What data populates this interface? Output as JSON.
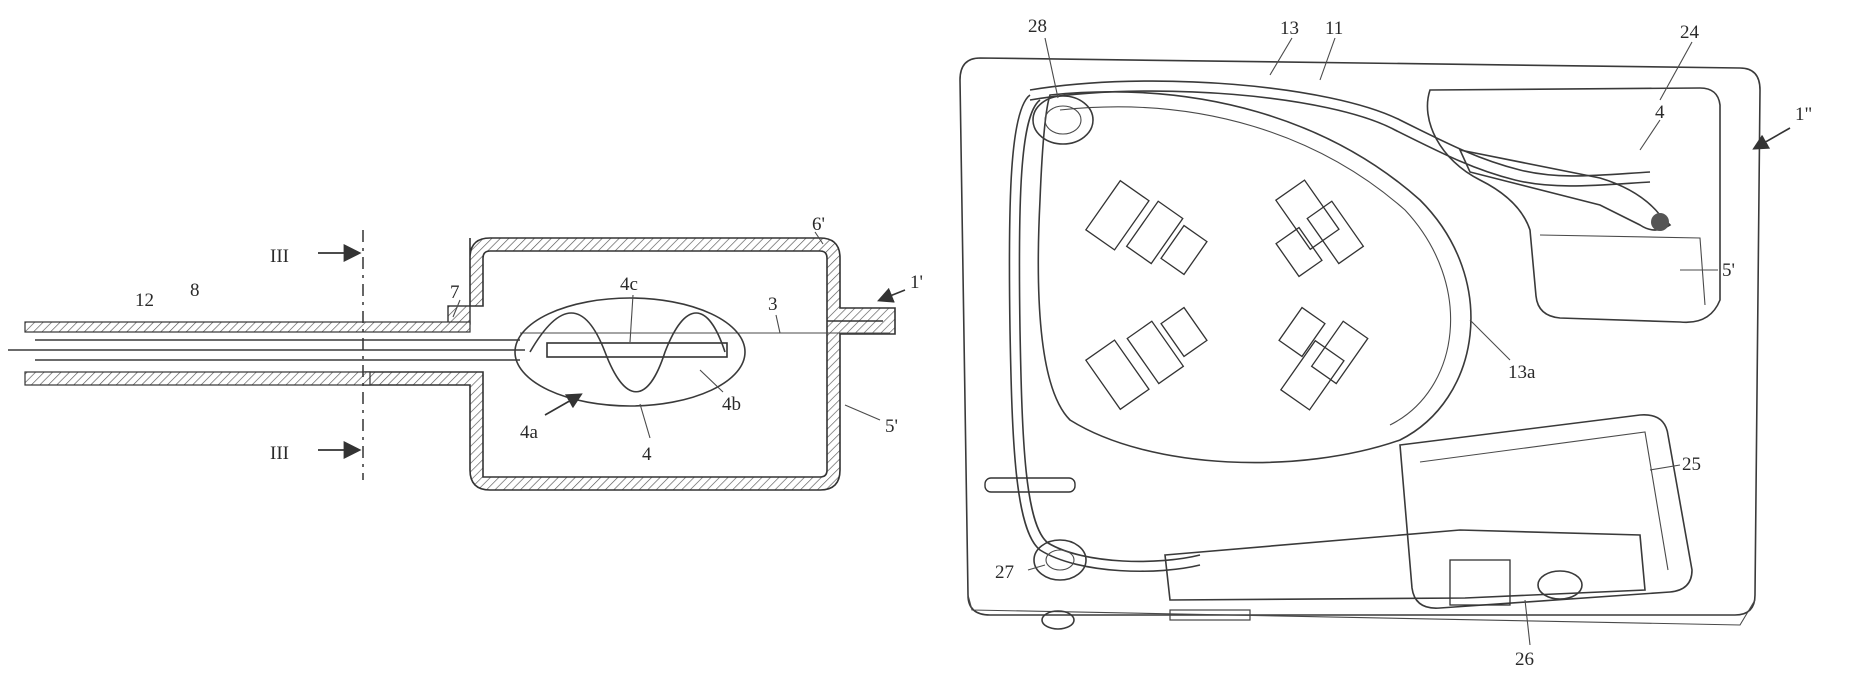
{
  "figure_left": {
    "labels": {
      "section_top": "III",
      "section_bottom": "III",
      "l12": "12",
      "l8": "8",
      "l7": "7",
      "l6": "6'",
      "l1": "1'",
      "l3": "3",
      "l4c": "4c",
      "l4a": "4a",
      "l4": "4",
      "l4b": "4b",
      "l5": "5'"
    }
  },
  "figure_right": {
    "labels": {
      "l28": "28",
      "l13": "13",
      "l11": "11",
      "l24": "24",
      "l1pp": "1\"",
      "l4": "4",
      "l5": "5'",
      "l13a": "13a",
      "l25": "25",
      "l27": "27",
      "l26": "26"
    }
  }
}
